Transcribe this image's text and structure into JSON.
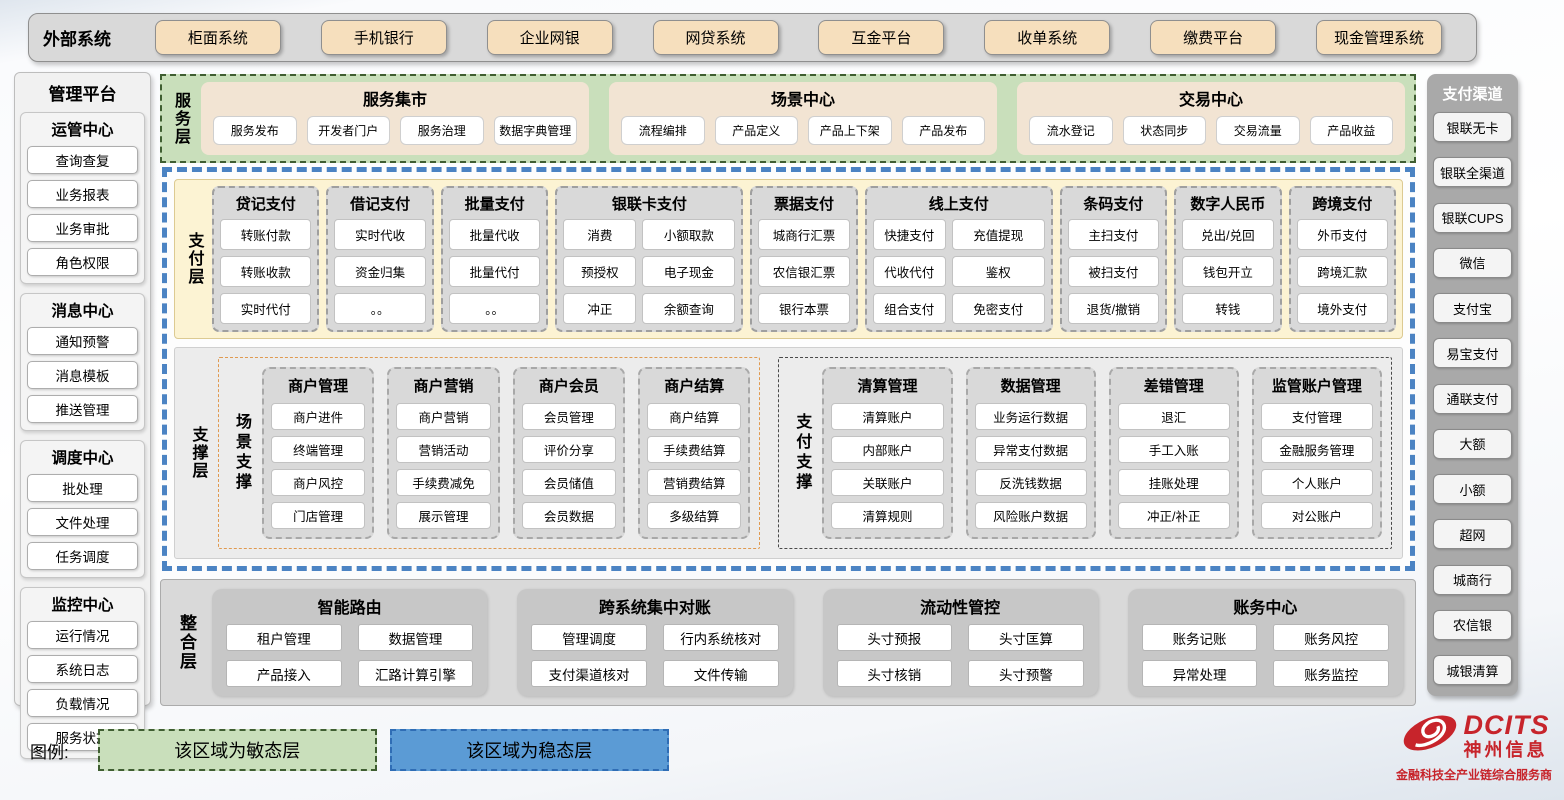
{
  "external_systems": {
    "label": "外部系统",
    "items": [
      "柜面系统",
      "手机银行",
      "企业网银",
      "网贷系统",
      "互金平台",
      "收单系统",
      "缴费平台",
      "现金管理系统"
    ]
  },
  "management_platform": {
    "title": "管理平台",
    "groups": [
      {
        "title": "运管中心",
        "items": [
          "查询查复",
          "业务报表",
          "业务审批",
          "角色权限"
        ]
      },
      {
        "title": "消息中心",
        "items": [
          "通知预警",
          "消息模板",
          "推送管理"
        ]
      },
      {
        "title": "调度中心",
        "items": [
          "批处理",
          "文件处理",
          "任务调度"
        ]
      },
      {
        "title": "监控中心",
        "items": [
          "运行情况",
          "系统日志",
          "负载情况",
          "服务状态"
        ]
      }
    ]
  },
  "service_layer": {
    "label": "服务层",
    "groups": [
      {
        "title": "服务集市",
        "items": [
          "服务发布",
          "开发者门户",
          "服务治理",
          "数据字典管理"
        ]
      },
      {
        "title": "场景中心",
        "items": [
          "流程编排",
          "产品定义",
          "产品上下架",
          "产品发布"
        ]
      },
      {
        "title": "交易中心",
        "items": [
          "流水登记",
          "状态同步",
          "交易流量",
          "产品收益"
        ]
      }
    ]
  },
  "payment_layer": {
    "label": "支付层",
    "groups": [
      {
        "title": "贷记支付",
        "cols": 1,
        "items": [
          "转账付款",
          "转账收款",
          "实时代付"
        ]
      },
      {
        "title": "借记支付",
        "cols": 1,
        "items": [
          "实时代收",
          "资金归集",
          "。。"
        ]
      },
      {
        "title": "批量支付",
        "cols": 1,
        "items": [
          "批量代收",
          "批量代付",
          "。。"
        ]
      },
      {
        "title": "银联卡支付",
        "cols": 2,
        "items": [
          "消费",
          "小额取款",
          "预授权",
          "电子现金",
          "冲正",
          "余额查询"
        ]
      },
      {
        "title": "票据支付",
        "cols": 1,
        "items": [
          "城商行汇票",
          "农信银汇票",
          "银行本票"
        ]
      },
      {
        "title": "线上支付",
        "cols": 2,
        "items": [
          "快捷支付",
          "充值提现",
          "代收代付",
          "鉴权",
          "组合支付",
          "免密支付"
        ]
      },
      {
        "title": "条码支付",
        "cols": 1,
        "items": [
          "主扫支付",
          "被扫支付",
          "退货/撤销"
        ]
      },
      {
        "title": "数字人民币",
        "cols": 1,
        "items": [
          "兑出/兑回",
          "钱包开立",
          "转钱"
        ]
      },
      {
        "title": "跨境支付",
        "cols": 1,
        "items": [
          "外币支付",
          "跨境汇款",
          "境外支付"
        ]
      }
    ]
  },
  "support_layer": {
    "label": "支撑层",
    "sections": [
      {
        "label": "场景支撑",
        "style": "orange",
        "columns": [
          {
            "title": "商户管理",
            "items": [
              "商户进件",
              "终端管理",
              "商户风控",
              "门店管理"
            ]
          },
          {
            "title": "商户营销",
            "items": [
              "商户营销",
              "营销活动",
              "手续费减免",
              "展示管理"
            ]
          },
          {
            "title": "商户会员",
            "items": [
              "会员管理",
              "评价分享",
              "会员储值",
              "会员数据"
            ]
          },
          {
            "title": "商户结算",
            "items": [
              "商户结算",
              "手续费结算",
              "营销费结算",
              "多级结算"
            ]
          }
        ]
      },
      {
        "label": "支付支撑",
        "style": "dark",
        "columns": [
          {
            "title": "清算管理",
            "items": [
              "清算账户",
              "内部账户",
              "关联账户",
              "清算规则"
            ]
          },
          {
            "title": "数据管理",
            "items": [
              "业务运行数据",
              "异常支付数据",
              "反洗钱数据",
              "风险账户数据"
            ]
          },
          {
            "title": "差错管理",
            "items": [
              "退汇",
              "手工入账",
              "挂账处理",
              "冲正/补正"
            ]
          },
          {
            "title": "监管账户管理",
            "items": [
              "支付管理",
              "金融服务管理",
              "个人账户",
              "对公账户"
            ]
          }
        ]
      }
    ]
  },
  "integration_layer": {
    "label": "整合层",
    "groups": [
      {
        "title": "智能路由",
        "items": [
          "租户管理",
          "数据管理",
          "产品接入",
          "汇路计算引擎"
        ]
      },
      {
        "title": "跨系统集中对账",
        "items": [
          "管理调度",
          "行内系统核对",
          "支付渠道核对",
          "文件传输"
        ]
      },
      {
        "title": "流动性管控",
        "items": [
          "头寸预报",
          "头寸匡算",
          "头寸核销",
          "头寸预警"
        ]
      },
      {
        "title": "账务中心",
        "items": [
          "账务记账",
          "账务风控",
          "异常处理",
          "账务监控"
        ]
      }
    ]
  },
  "payment_channels": {
    "title": "支付渠道",
    "items": [
      "银联无卡",
      "银联全渠道",
      "银联CUPS",
      "微信",
      "支付宝",
      "易宝支付",
      "通联支付",
      "大额",
      "小额",
      "超网",
      "城商行",
      "农信银",
      "城银清算"
    ]
  },
  "legend": {
    "label": "图例:",
    "items": [
      {
        "text": "该区域为敏态层",
        "type": "agile"
      },
      {
        "text": "该区域为稳态层",
        "type": "stable"
      }
    ]
  },
  "logo": {
    "brand": "DCITS",
    "company": "神州信息",
    "tagline": "金融科技全产业链综合服务商"
  },
  "colors": {
    "agile_green": "#c9dfbb",
    "stable_blue": "#5b9bd5",
    "accent_red": "#c7242b",
    "tan_button": "#f6dfbd",
    "payment_cream": "#fcf3d3",
    "panel_gray": "#d9d9d9"
  }
}
